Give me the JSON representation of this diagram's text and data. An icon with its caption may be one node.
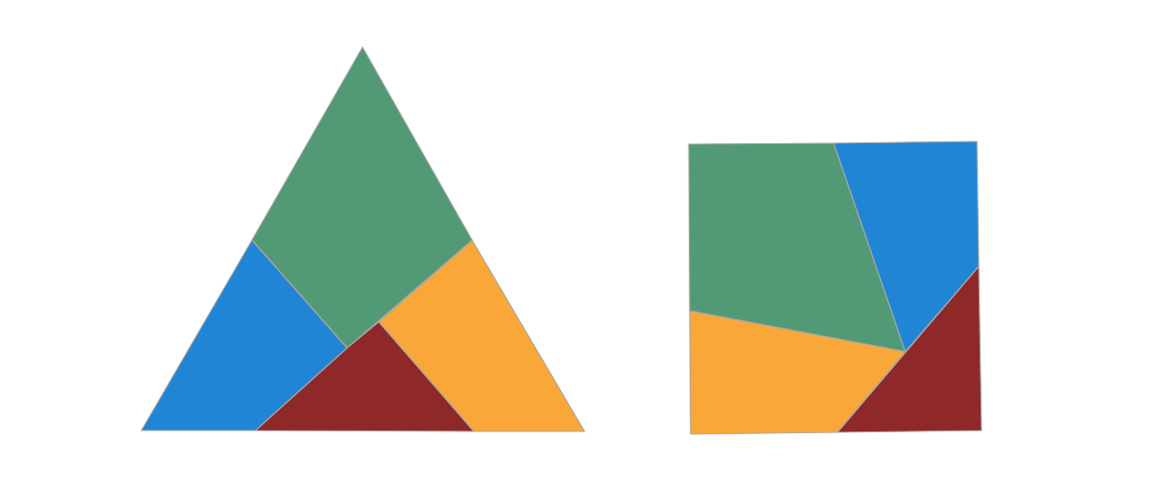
{
  "diagram": {
    "nodes": [
      {
        "text": [],
        "shape": "quadrilateral"
      },
      {
        "text": [],
        "shape": "quadrilateral"
      },
      {
        "text": [],
        "shape": "quadrilateral"
      },
      {
        "text": [],
        "shape": "quadrilateral"
      },
      {
        "text": [],
        "shape": "quadrilateral"
      },
      {
        "text": [],
        "shape": "quadrilateral"
      },
      {
        "text": [],
        "shape": "triangle"
      },
      {
        "text": [],
        "shape": "quadrilateral"
      }
    ]
  }
}
